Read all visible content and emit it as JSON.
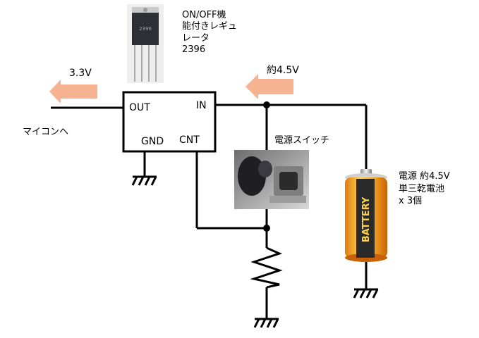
{
  "regulator": {
    "desc": "ON/OFF機\n能付きレギュ\nレータ\n2396",
    "pin_out": "OUT",
    "pin_in": "IN",
    "pin_gnd": "GND",
    "pin_cnt": "CNT",
    "package_marking": "2396"
  },
  "output": {
    "voltage": "3.3V",
    "dest": "マイコンへ"
  },
  "input": {
    "voltage": "約4.5V"
  },
  "switch": {
    "label": "電源スイッチ"
  },
  "battery": {
    "label": "電源 約4.5V\n単三乾電池\nx 3個",
    "brand_text": "BATTERY"
  },
  "colors": {
    "arrow": "#f6b392",
    "wire": "#000000",
    "battery_body": "#f39a1e",
    "battery_band": "#2a2a2a"
  }
}
